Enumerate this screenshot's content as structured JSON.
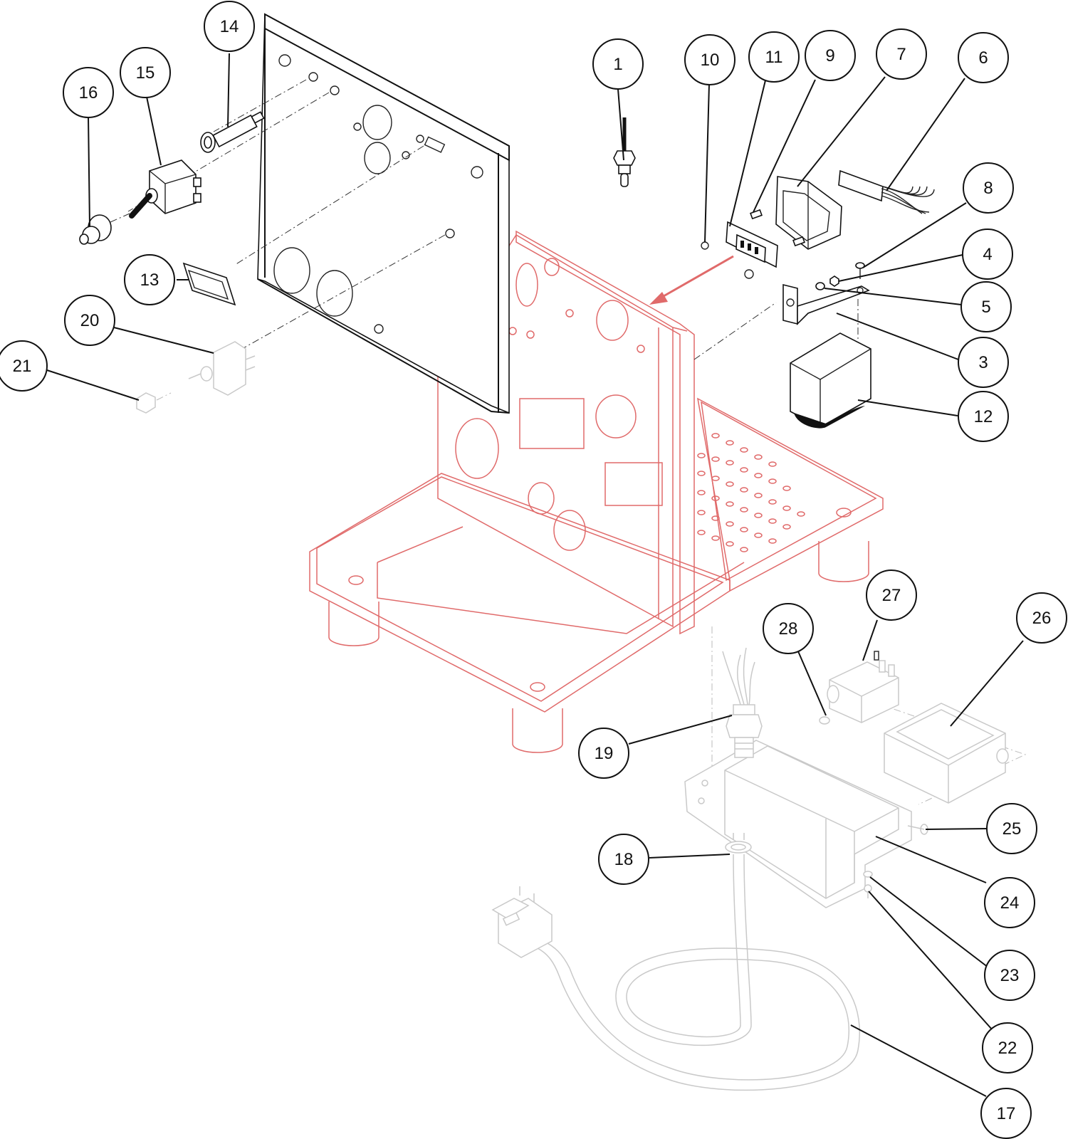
{
  "diagram": {
    "callouts": [
      {
        "id": "c1",
        "label": "1"
      },
      {
        "id": "c3",
        "label": "3"
      },
      {
        "id": "c4",
        "label": "4"
      },
      {
        "id": "c5",
        "label": "5"
      },
      {
        "id": "c6",
        "label": "6"
      },
      {
        "id": "c7",
        "label": "7"
      },
      {
        "id": "c8",
        "label": "8"
      },
      {
        "id": "c9",
        "label": "9"
      },
      {
        "id": "c10",
        "label": "10"
      },
      {
        "id": "c11",
        "label": "11"
      },
      {
        "id": "c12",
        "label": "12"
      },
      {
        "id": "c13",
        "label": "13"
      },
      {
        "id": "c14",
        "label": "14"
      },
      {
        "id": "c15",
        "label": "15"
      },
      {
        "id": "c16",
        "label": "16"
      },
      {
        "id": "c17",
        "label": "17"
      },
      {
        "id": "c18",
        "label": "18"
      },
      {
        "id": "c19",
        "label": "19"
      },
      {
        "id": "c20",
        "label": "20"
      },
      {
        "id": "c21",
        "label": "21"
      },
      {
        "id": "c22",
        "label": "22"
      },
      {
        "id": "c23",
        "label": "23"
      },
      {
        "id": "c24",
        "label": "24"
      },
      {
        "id": "c25",
        "label": "25"
      },
      {
        "id": "c26",
        "label": "26"
      },
      {
        "id": "c27",
        "label": "27"
      },
      {
        "id": "c28",
        "label": "28"
      }
    ],
    "colors": {
      "linework": "#111111",
      "frame_highlight": "#e06a6a",
      "faded_parts": "#c9c9c9",
      "background": "#ffffff"
    }
  }
}
